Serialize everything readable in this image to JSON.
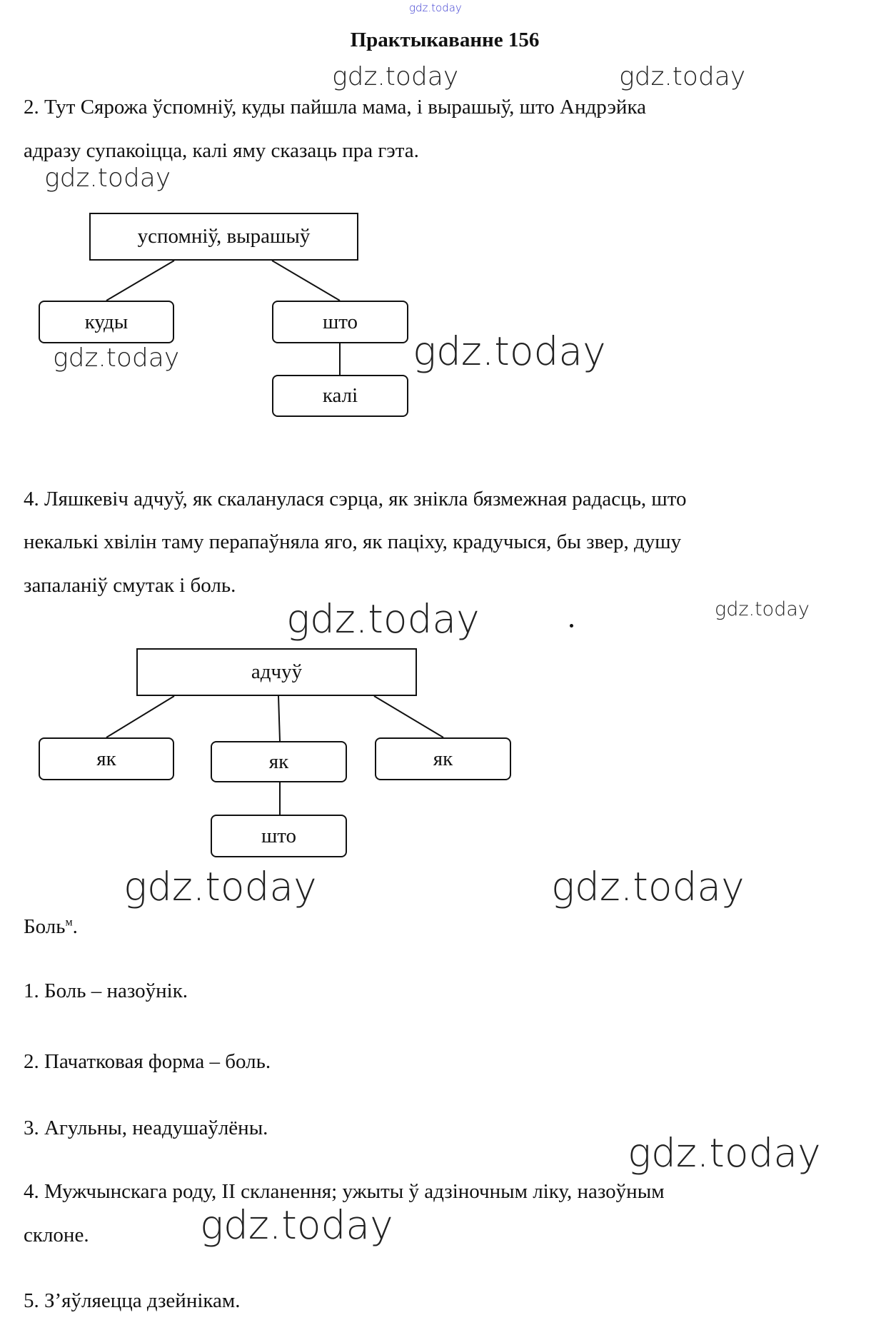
{
  "watermark": "gdz.today",
  "title": "Практыкаванне 156",
  "sentence2": {
    "line1": "2. Тут Сярожа ўспомніў, куды пайшла мама, і вырашыў, што Андрэйка",
    "line2": "адразу супакоіцца, калі яму сказаць пра гэта."
  },
  "diagram1": {
    "root": "успомніў, вырашыў",
    "left": "куды",
    "right": "што",
    "right_child": "калі"
  },
  "sentence4": {
    "line1": "4. Ляшкевіч адчуў, як скаланулася сэрца, як знікла бязмежная радасць, што",
    "line2": "некалькі хвілін таму перапаўняла яго, як паціху, крадучыся, бы звер, душу",
    "line3": "запаланіў смутак і боль."
  },
  "diagram2": {
    "root": "адчуў",
    "left": "як",
    "middle": "як",
    "right": "як",
    "middle_child": "што"
  },
  "analysis": {
    "word": "Боль",
    "mark": "м",
    "dot": ".",
    "items": [
      "1. Боль – назоўнік.",
      "2. Пачатковая форма – боль.",
      "3. Агульны, неадушаўлёны.",
      "4. Мужчынскага роду, II скланення; ужыты ў адзіночным ліку, назоўным",
      "склоне.",
      "5. З’яўляецца дзейнікам."
    ]
  }
}
